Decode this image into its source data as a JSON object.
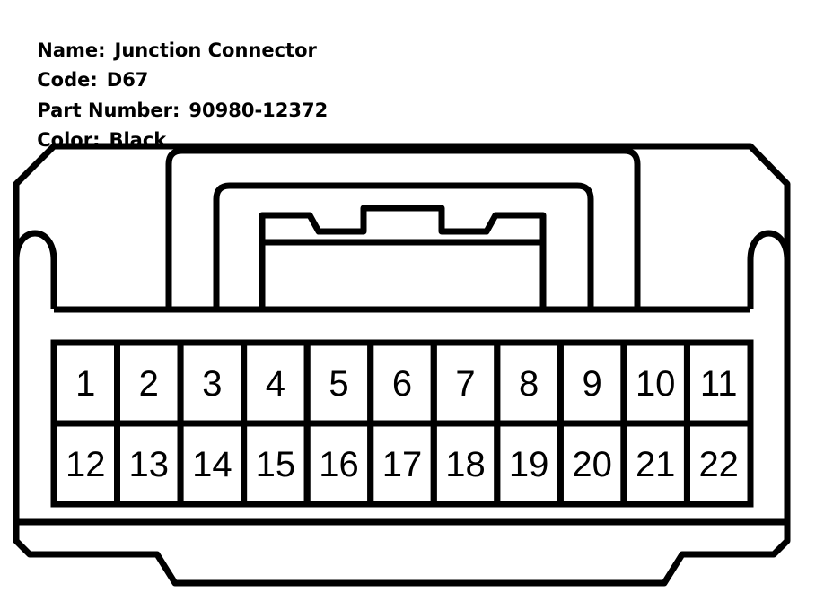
{
  "info": {
    "name_label": "Name:",
    "name_value": "Junction Connector",
    "code_label": "Code:",
    "code_value": "D67",
    "part_label": "Part Number:",
    "part_value": "90980-12372",
    "color_label": "Color:",
    "color_value": "Black"
  },
  "pins": {
    "top_row": [
      "1",
      "2",
      "3",
      "4",
      "5",
      "6",
      "7",
      "8",
      "9",
      "10",
      "11"
    ],
    "bottom_row": [
      "12",
      "13",
      "14",
      "15",
      "16",
      "17",
      "18",
      "19",
      "20",
      "21",
      "22"
    ]
  },
  "colors": {
    "line": "#000000",
    "background": "#ffffff"
  }
}
